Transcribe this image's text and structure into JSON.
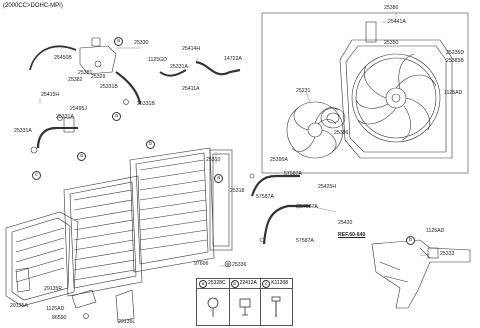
{
  "header": "(2000CC>DOHC-MPI)",
  "callouts": [
    "a",
    "b",
    "c"
  ],
  "labels": {
    "p25380": "25380",
    "p25441A": "25441A",
    "p25350": "25350",
    "p25235D": "25235D",
    "p25385B": "25385B",
    "p1125AD_a": "1125AD",
    "p25330": "25330",
    "p1125GD": "1125GD",
    "p25414H": "25414H",
    "p14722A": "14722A",
    "p25450B": "25450B",
    "p25381": "25381",
    "p25382": "25382",
    "p25329": "25329",
    "p25331A_a": "25331A",
    "p25331B_a": "25331B",
    "p25411A": "25411A",
    "p25331B_b": "25331B",
    "p25415H": "25415H",
    "p25495J": "25495J",
    "p25331A_b": "25331A",
    "p25331A_c": "25331A",
    "p25231": "25231",
    "p25386": "25386",
    "p25395A": "25395A",
    "p25310": "25310",
    "p25318": "25318",
    "p57587A_a": "57587A",
    "p25425H": "25425H",
    "p57587A_b": "57587A",
    "p57587A_c": "57587A",
    "p25420": "25420",
    "p57587A_d": "57587A",
    "pREF": "REF.60-640",
    "p1125AD_b": "1125AD",
    "p25333": "25333",
    "p97606": "97606",
    "p25336": "25336",
    "p29135R": "29135R",
    "p29135A": "29135A",
    "p1125AD_c": "1125AD",
    "p86590": "86590",
    "p29135L": "29135L"
  },
  "legend": [
    {
      "letter": "a",
      "part": "25328C"
    },
    {
      "letter": "b",
      "part": "22412A"
    },
    {
      "letter": "c",
      "part": "K11208"
    }
  ]
}
